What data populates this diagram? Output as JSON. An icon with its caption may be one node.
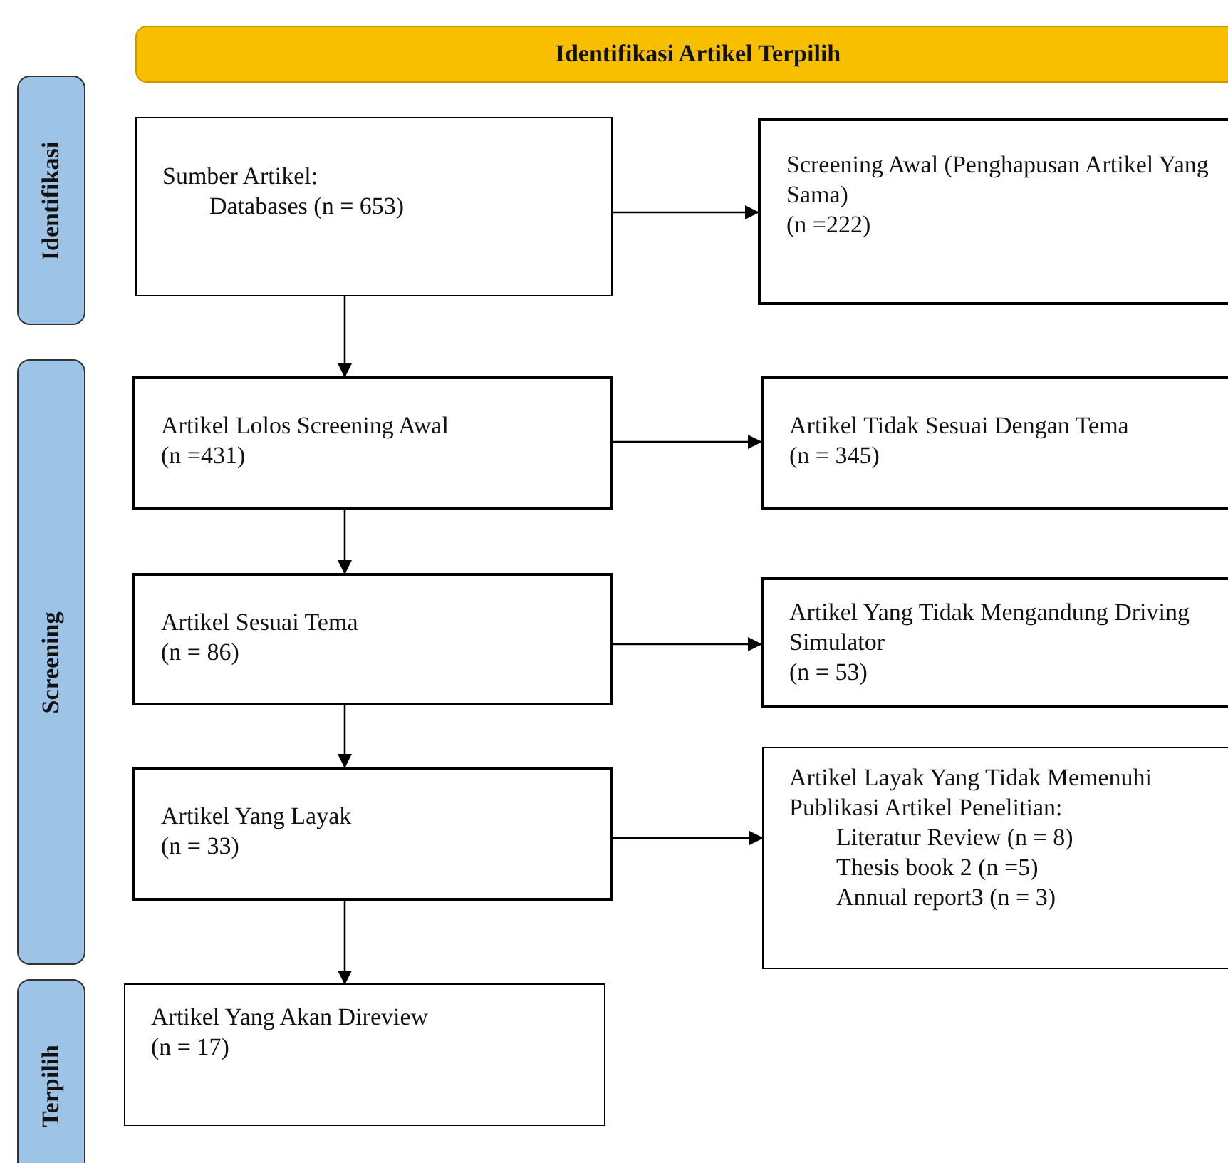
{
  "diagram": {
    "nodes": [
      {
        "text": [
          "Identifikasi Artikel Terpilih"
        ]
      },
      {
        "text": [
          "Identifikasi"
        ]
      },
      {
        "text": [
          "Screening"
        ]
      },
      {
        "text": [
          "Terpilih"
        ]
      },
      {
        "text": [
          "Sumber Artikel:",
          "Databases (n = 653)"
        ]
      },
      {
        "text": [
          "Screening Awal (Penghapusan Artikel Yang Sama)",
          "(n =222)"
        ]
      },
      {
        "text": [
          "Artikel Lolos Screening Awal",
          "(n =431)"
        ]
      },
      {
        "text": [
          "Artikel Tidak Sesuai Dengan Tema",
          "(n = 345)"
        ]
      },
      {
        "text": [
          "Artikel Sesuai Tema",
          "(n = 86)"
        ]
      },
      {
        "text": [
          "Artikel Yang Tidak Mengandung Driving Simulator",
          "(n = 53)"
        ]
      },
      {
        "text": [
          "Artikel Yang Layak",
          "(n = 33)"
        ]
      },
      {
        "text": [
          "Artikel Layak Yang Tidak Memenuhi Publikasi Artikel Penelitian:",
          "Literatur Review (n = 8)",
          "Thesis book 2 (n =5)",
          "Annual report3 (n = 3)"
        ]
      },
      {
        "text": [
          "Artikel Yang Akan Direview",
          "(n = 17)"
        ]
      }
    ],
    "edges": [
      {
        "from": 4,
        "to": 5,
        "arrow": "to"
      },
      {
        "from": 4,
        "to": 6,
        "arrow": "to"
      },
      {
        "from": 6,
        "to": 7,
        "arrow": "to"
      },
      {
        "from": 6,
        "to": 8,
        "arrow": "to"
      },
      {
        "from": 8,
        "to": 9,
        "arrow": "to"
      },
      {
        "from": 8,
        "to": 10,
        "arrow": "to"
      },
      {
        "from": 10,
        "to": 11,
        "arrow": "to"
      },
      {
        "from": 10,
        "to": 12,
        "arrow": "to"
      }
    ]
  }
}
